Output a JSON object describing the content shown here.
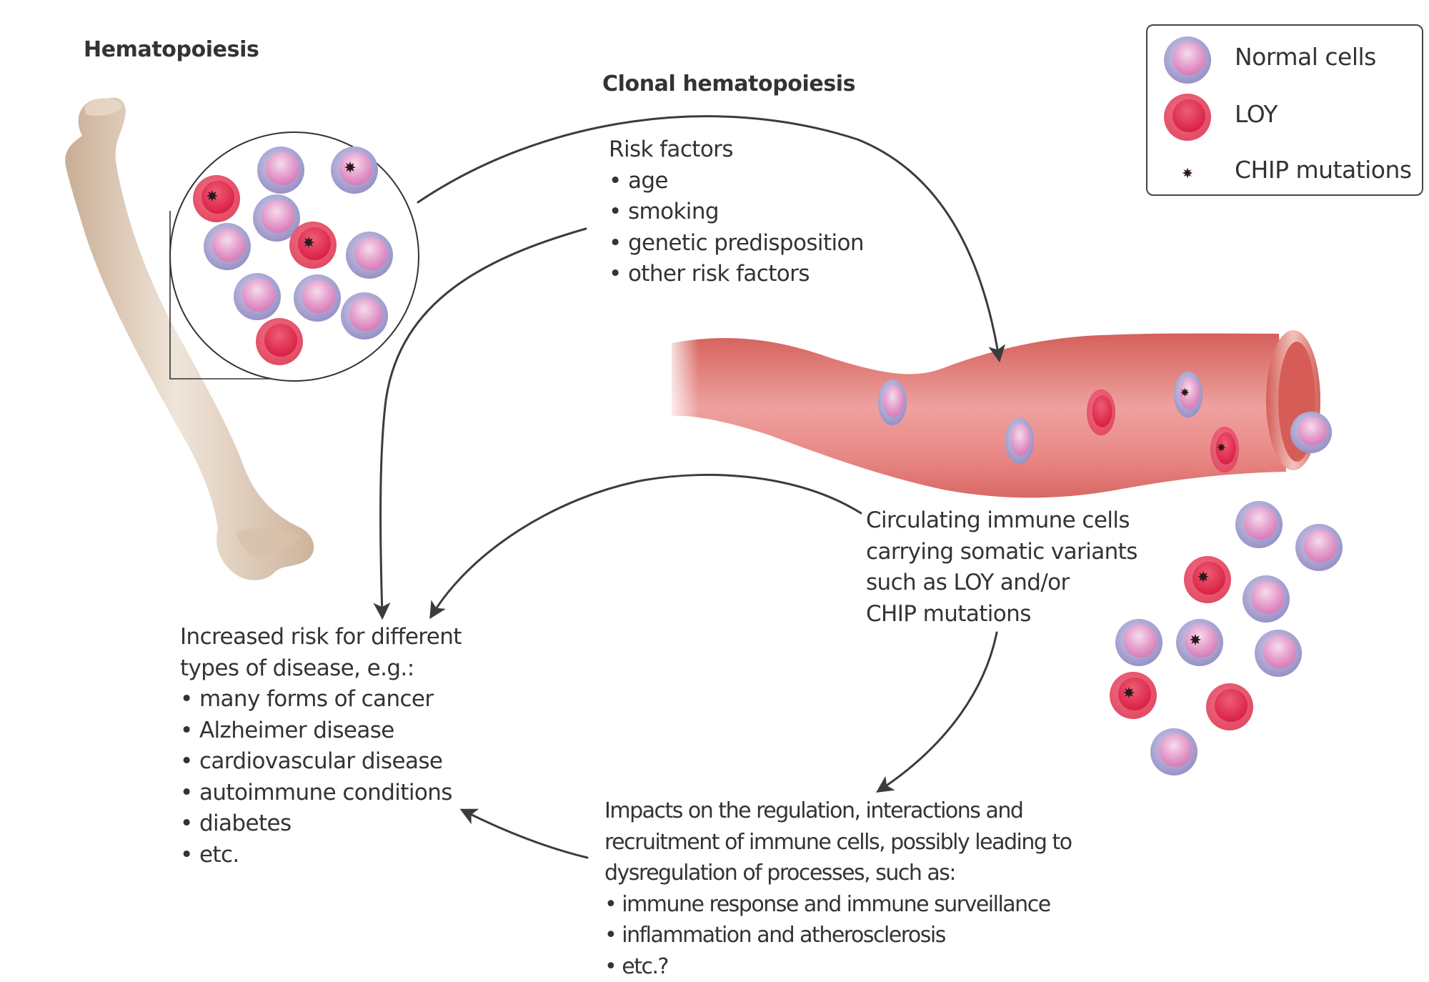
{
  "titles": {
    "hematopoiesis": "Hematopoiesis",
    "clonal_hematopoiesis": "Clonal hematopoiesis"
  },
  "legend": {
    "items": [
      {
        "icon": "normal-cell-icon",
        "label": "Normal cells"
      },
      {
        "icon": "loy-cell-icon",
        "label": "LOY"
      },
      {
        "icon": "chip-mutation-icon",
        "label": "CHIP mutations"
      }
    ]
  },
  "risk_factors": {
    "title": "Risk factors",
    "items": [
      "• age",
      "• smoking",
      "• genetic predisposition",
      "• other risk factors"
    ]
  },
  "circulating": {
    "lines": [
      "Circulating immune cells",
      "carrying somatic variants",
      "such as LOY  and/or",
      "CHIP mutations"
    ]
  },
  "disease_risk": {
    "lines": [
      "Increased risk for different",
      "types of disease, e.g.:"
    ],
    "items": [
      "• many forms of cancer",
      "• Alzheimer disease",
      "• cardiovascular disease",
      "• autoimmune conditions",
      "• diabetes",
      "• etc."
    ]
  },
  "impacts": {
    "lines": [
      "Impacts on the regulation, interactions and",
      "recruitment of immune cells, possibly leading to",
      "dysregulation of processes, such as:"
    ],
    "items": [
      "• immune response and immune surveillance",
      "• inflammation and atherosclerosis",
      "• etc.?"
    ]
  },
  "colors": {
    "normal_cell_outer": "#a8a2cf",
    "normal_cell_inner": "#e08fc0",
    "loy_cell_outer": "#e8506a",
    "loy_cell_inner": "#e0284c",
    "mutation_mark": "#2a1a1e",
    "vessel": "#e07a76",
    "bone": "#d8c2ad",
    "arrow": "#3c3c3c"
  },
  "cells": {
    "marrow_inset": [
      {
        "type": "loy",
        "mutation": true
      },
      {
        "type": "normal",
        "mutation": false
      },
      {
        "type": "normal",
        "mutation": true
      },
      {
        "type": "normal",
        "mutation": false
      },
      {
        "type": "loy",
        "mutation": true
      },
      {
        "type": "normal",
        "mutation": false
      },
      {
        "type": "normal",
        "mutation": false
      },
      {
        "type": "normal",
        "mutation": false
      },
      {
        "type": "normal",
        "mutation": false
      },
      {
        "type": "normal",
        "mutation": false
      },
      {
        "type": "loy",
        "mutation": false
      }
    ],
    "vessel": [
      {
        "type": "normal",
        "mutation": false
      },
      {
        "type": "normal",
        "mutation": false
      },
      {
        "type": "loy",
        "mutation": false
      },
      {
        "type": "normal",
        "mutation": true
      },
      {
        "type": "loy",
        "mutation": true
      },
      {
        "type": "normal",
        "mutation": false
      }
    ],
    "released": [
      {
        "type": "normal",
        "mutation": false
      },
      {
        "type": "normal",
        "mutation": false
      },
      {
        "type": "loy",
        "mutation": true
      },
      {
        "type": "normal",
        "mutation": false
      },
      {
        "type": "normal",
        "mutation": false
      },
      {
        "type": "normal",
        "mutation": true
      },
      {
        "type": "normal",
        "mutation": false
      },
      {
        "type": "loy",
        "mutation": true
      },
      {
        "type": "loy",
        "mutation": false
      },
      {
        "type": "normal",
        "mutation": false
      }
    ]
  }
}
